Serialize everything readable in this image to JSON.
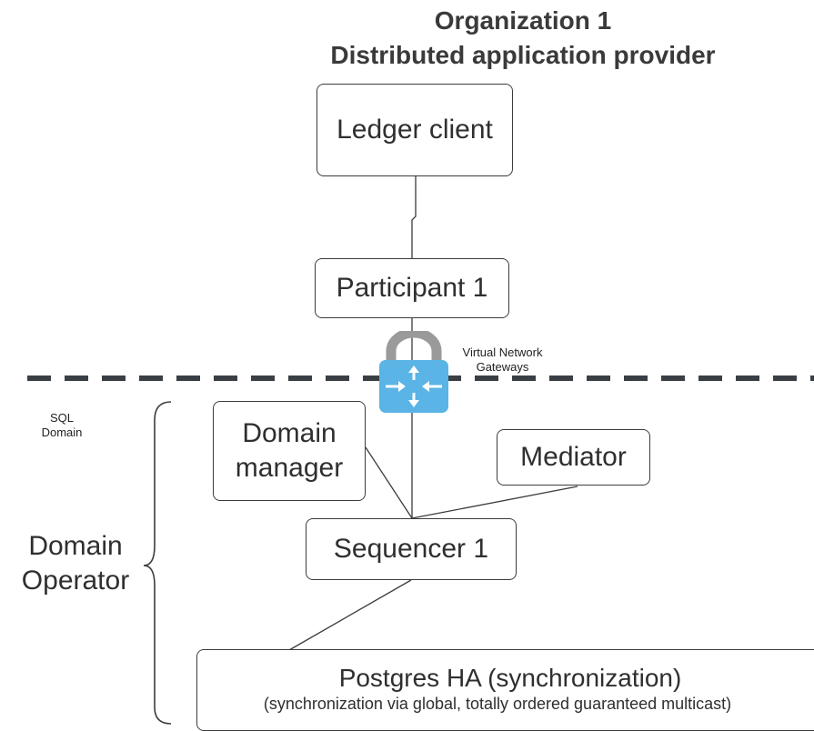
{
  "header": {
    "line1": "Organization 1",
    "line2": "Distributed application provider"
  },
  "nodes": {
    "ledger_client": "Ledger client",
    "participant": "Participant 1",
    "domain_manager": "Domain manager",
    "mediator": "Mediator",
    "sequencer": "Sequencer 1",
    "postgres_title": "Postgres HA (synchronization)",
    "postgres_subtitle": "(synchronization via global, totally ordered guaranteed multicast)"
  },
  "labels": {
    "gateway": "Virtual Network Gateways",
    "sql_domain": "SQL Domain",
    "domain_operator": "Domain Operator"
  },
  "icons": {
    "gateway": "network-gateway-lock-icon"
  },
  "colors": {
    "lock_shackle": "#9a9a9a",
    "lock_body": "#5ab4e5",
    "line": "#3c3c3c"
  }
}
